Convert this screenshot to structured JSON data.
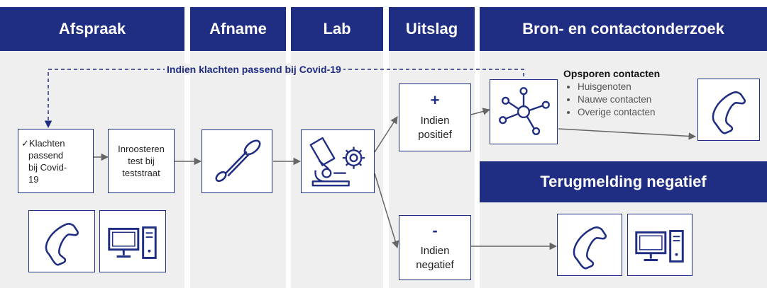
{
  "headers": {
    "afspraak": "Afspraak",
    "afname": "Afname",
    "lab": "Lab",
    "uitslag": "Uitslag",
    "bron": "Bron- en contactonderzoek"
  },
  "dashed_label": "Indien klachten passend bij Covid-19",
  "steps": {
    "klachten_lines": [
      "✓Klachten",
      "passend",
      "bij Covid-",
      "19"
    ],
    "inroosteren_lines": [
      "Inroosteren",
      "test bij",
      "teststraat"
    ]
  },
  "results": {
    "positive_sign": "+",
    "positive_lines": [
      "Indien",
      "positief"
    ],
    "negative_sign": "-",
    "negative_lines": [
      "Indien",
      "negatief"
    ]
  },
  "opsporen": {
    "title": "Opsporen contacten",
    "items": [
      "Huisgenoten",
      "Nauwe contacten",
      "Overige contacten"
    ]
  },
  "banner": "Terugmelding negatief",
  "icons": {
    "appointment": [
      "phone-icon",
      "computer-icon"
    ],
    "afname": "swab-icon",
    "lab": "microscope-icon",
    "contact": "network-icon",
    "bron": "phone-icon",
    "negatief": [
      "phone-icon",
      "computer-icon"
    ]
  },
  "colors": {
    "brand": "#1f2d82",
    "panel": "#efefef",
    "line": "#666666"
  }
}
